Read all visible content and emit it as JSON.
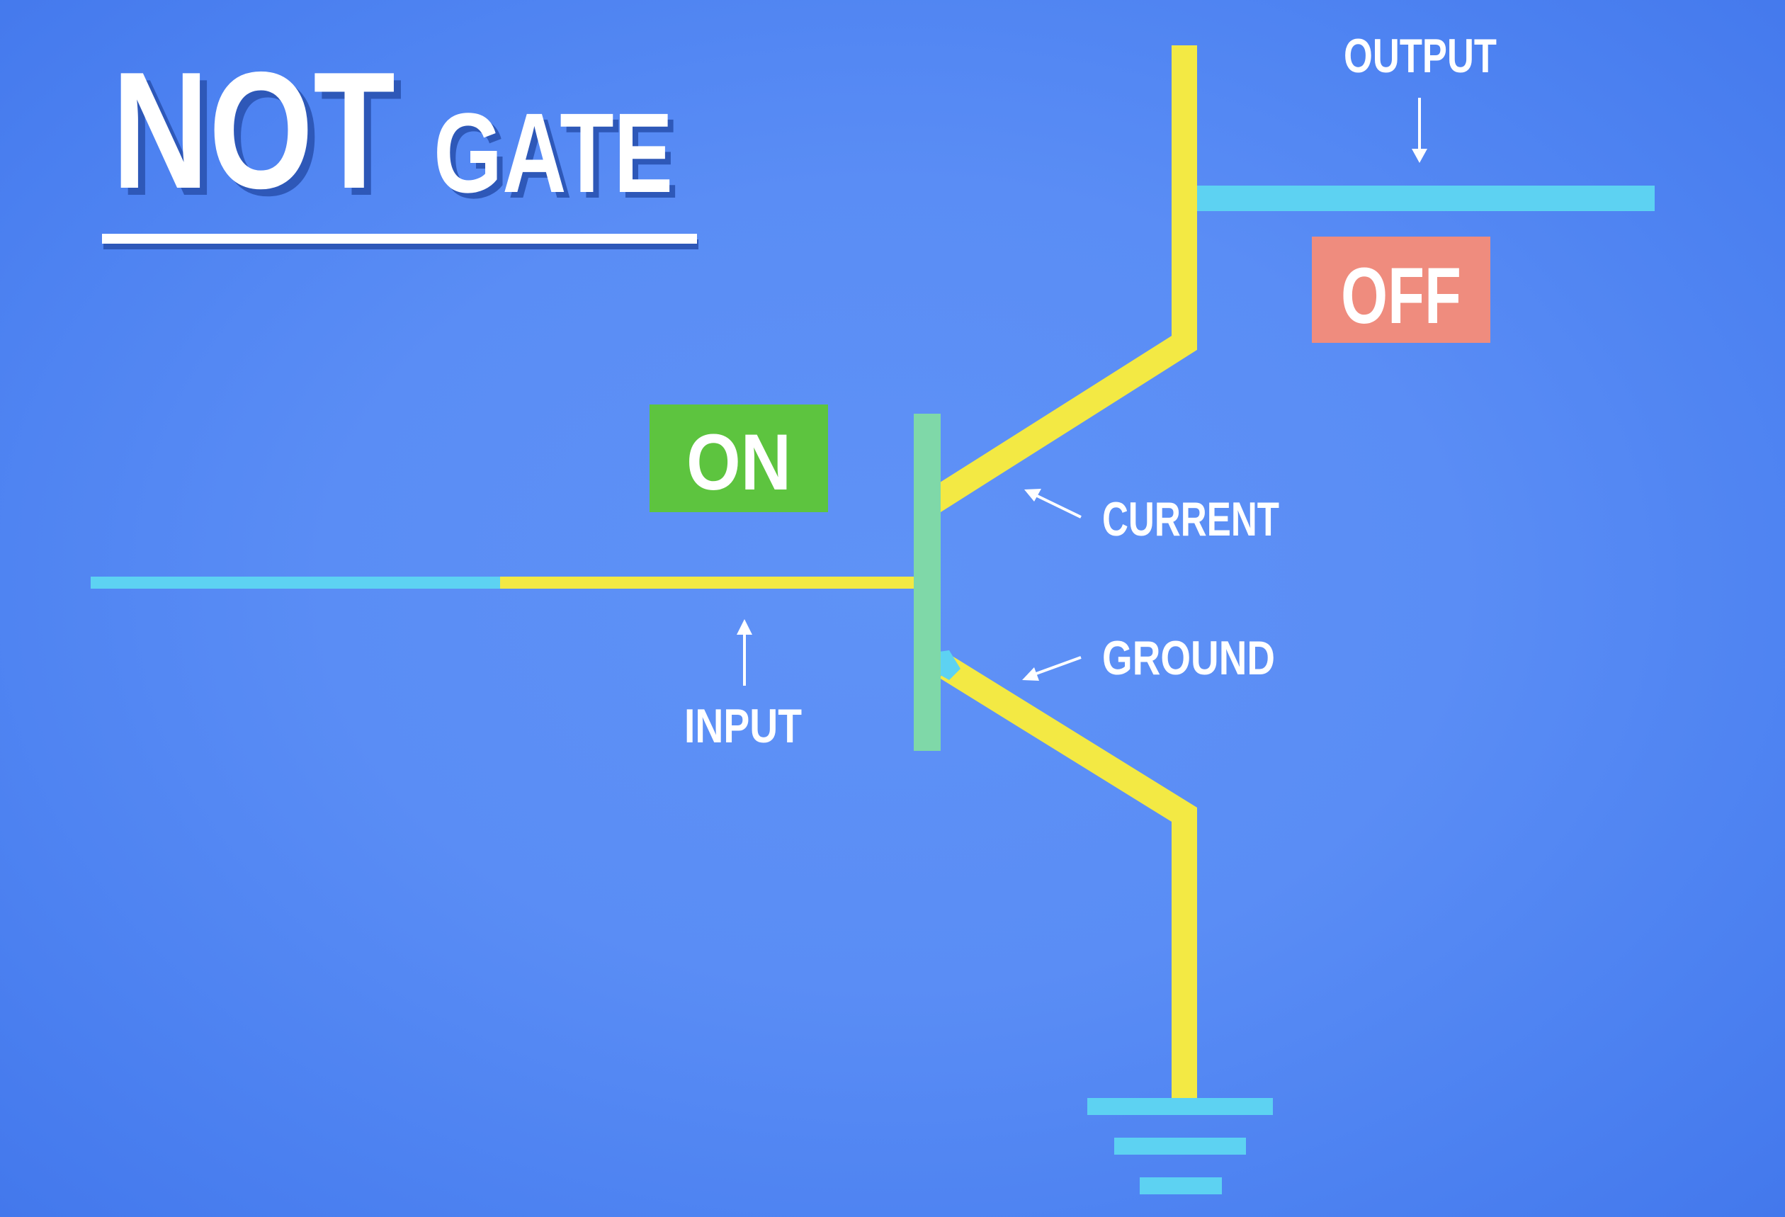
{
  "title": {
    "main": "NOT",
    "sub": "GATE"
  },
  "labels": {
    "output": "OUTPUT",
    "input": "INPUT",
    "current": "CURRENT",
    "ground": "GROUND"
  },
  "states": {
    "input_state": "ON",
    "output_state": "OFF"
  },
  "colors": {
    "background": "#5a8df5",
    "active_wire": "#f3e944",
    "inactive_wire": "#5dd2f2",
    "transistor_base": "#7fd8a8",
    "on_badge": "#5dc43f",
    "off_badge": "#ef8c7e",
    "text": "#ffffff",
    "title_shadow": "#2e58b8"
  }
}
